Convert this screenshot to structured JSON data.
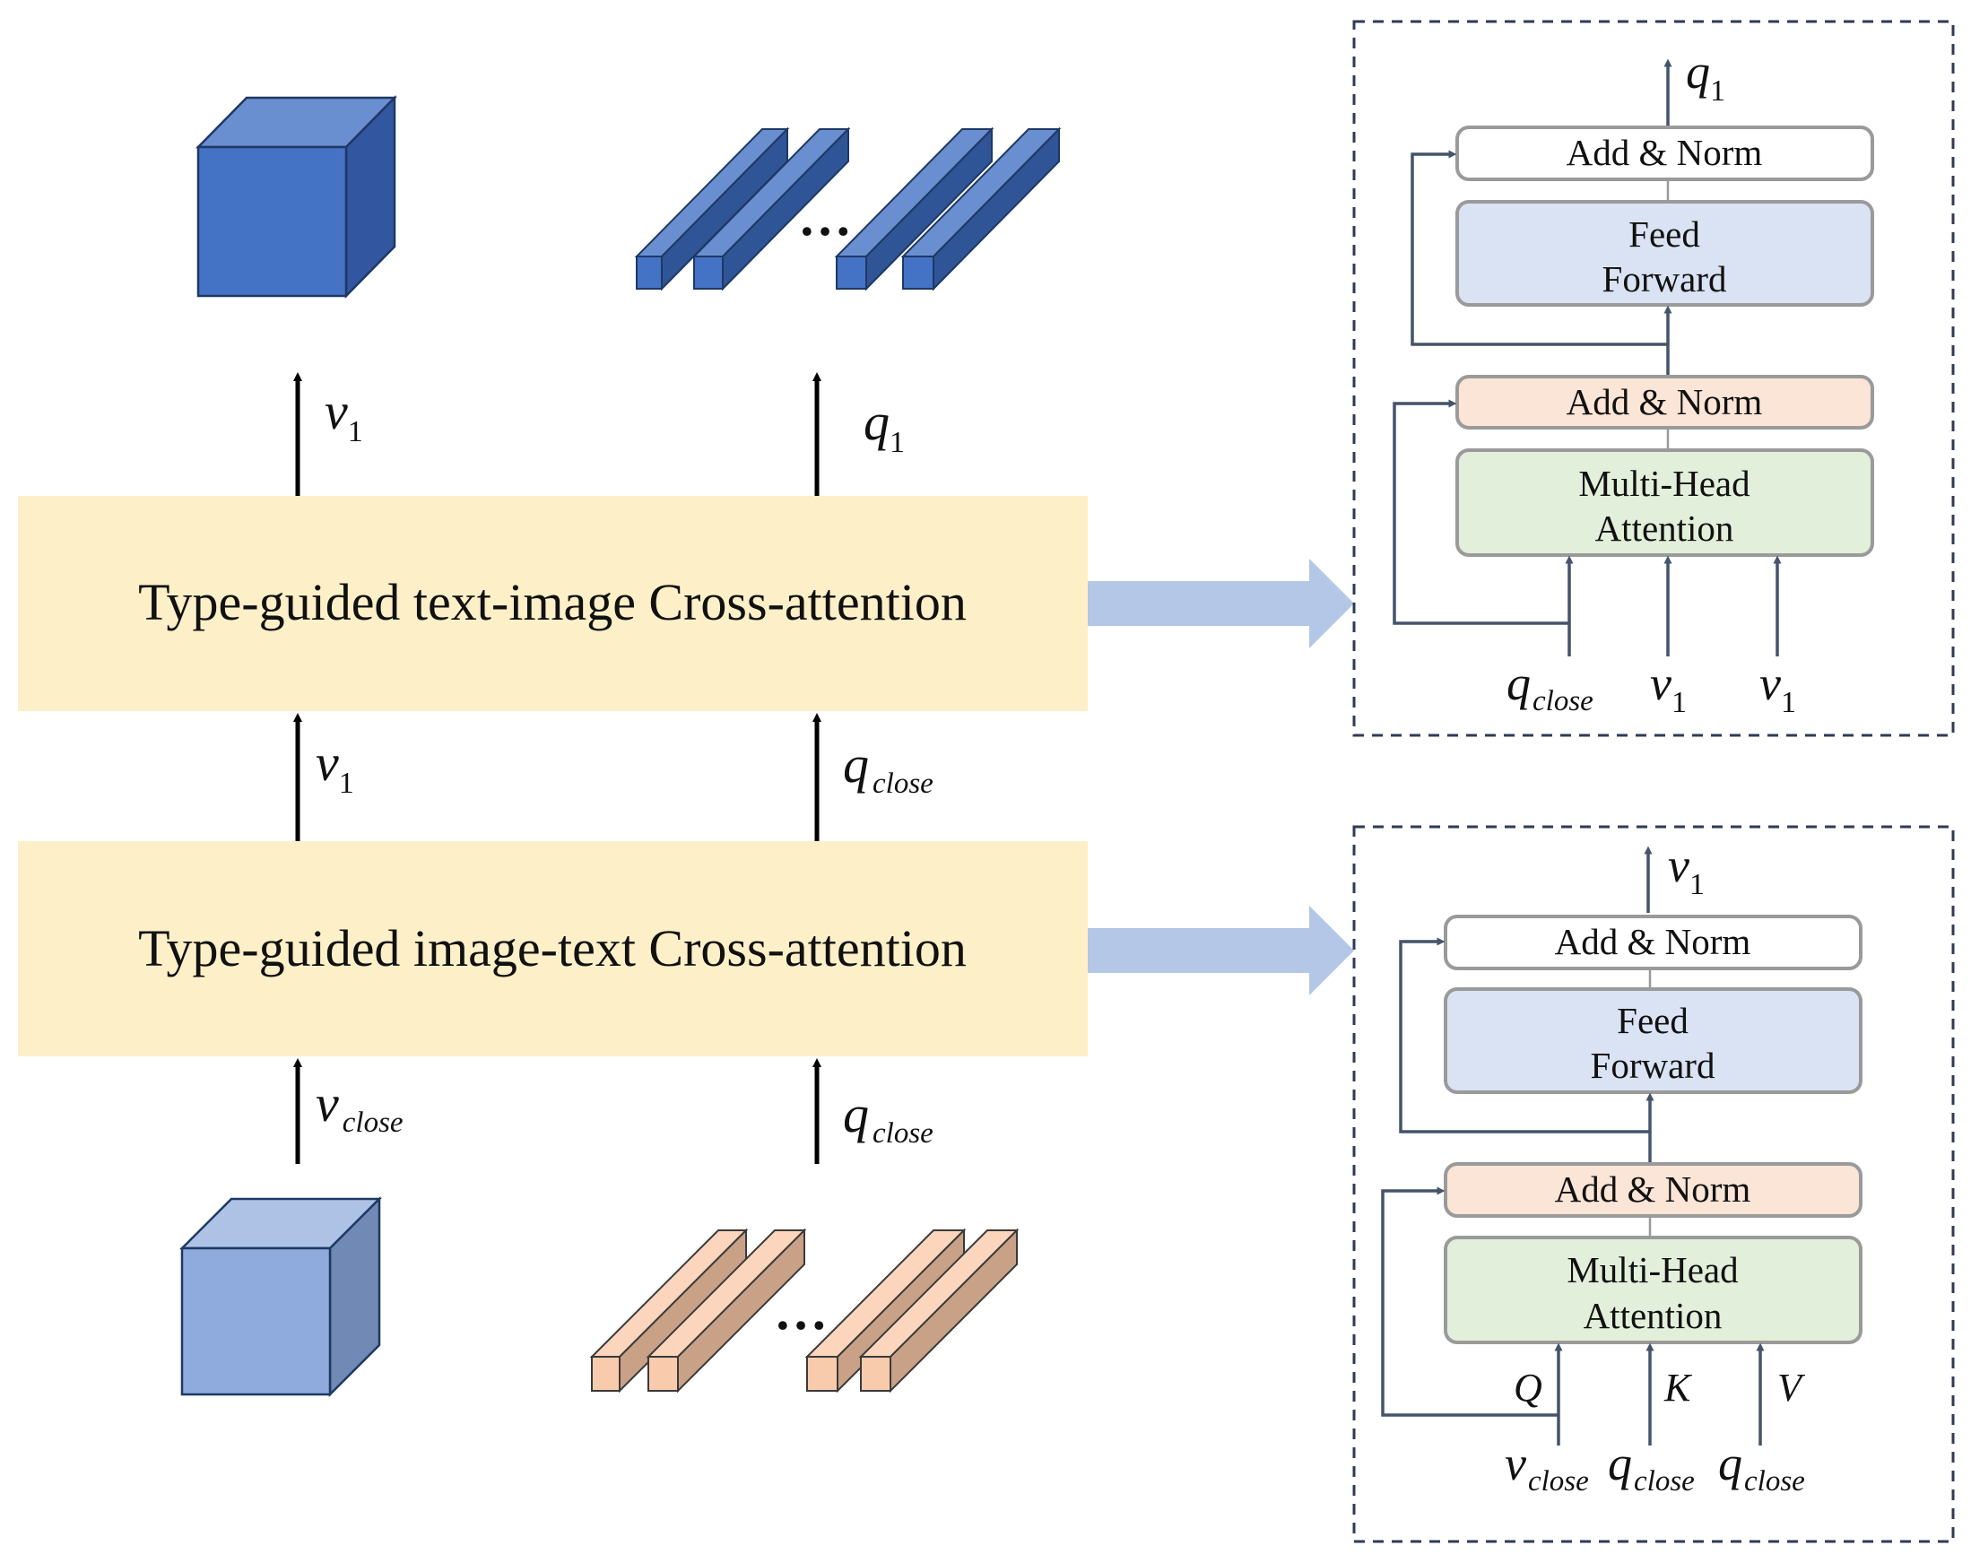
{
  "colors": {
    "cross_block": "#fdf0c8",
    "fat_arrow": "#b4c7e7",
    "cube_dark_front": "#4472c4",
    "cube_light_front": "#8faadc",
    "bar_blue": "#4472c4",
    "bar_peach": "#f8cbad",
    "feed_forward": "#dae3f3",
    "attention": "#e2efda",
    "add_norm_first": "#fbe5d6",
    "add_norm_last": "#ffffff",
    "panel_border": "#2f3b55",
    "thin_arrow": "#44546a"
  },
  "blocks": {
    "text_image": "Type-guided text-image Cross-attention",
    "image_text": "Type-guided image-text Cross-attention"
  },
  "symbols": {
    "ellipsis": "…",
    "v": "v",
    "q": "q",
    "sub_1": "1",
    "sub_close": "close"
  },
  "panel_top": {
    "output": {
      "base": "q",
      "sub": "1"
    },
    "layers": {
      "add_norm_2": "Add & Norm",
      "feed_forward": [
        "Feed",
        "Forward"
      ],
      "add_norm_1": "Add & Norm",
      "attention": [
        "Multi-Head",
        "Attention"
      ]
    },
    "inputs": [
      {
        "base": "q",
        "sub": "close"
      },
      {
        "base": "v",
        "sub": "1"
      },
      {
        "base": "v",
        "sub": "1"
      }
    ]
  },
  "panel_bottom": {
    "output": {
      "base": "v",
      "sub": "1"
    },
    "layers": {
      "add_norm_2": "Add & Norm",
      "feed_forward": [
        "Feed",
        "Forward"
      ],
      "add_norm_1": "Add & Norm",
      "attention": [
        "Multi-Head",
        "Attention"
      ]
    },
    "ports": [
      "Q",
      "K",
      "V"
    ],
    "inputs": [
      {
        "base": "v",
        "sub": "close"
      },
      {
        "base": "q",
        "sub": "close"
      },
      {
        "base": "q",
        "sub": "close"
      }
    ]
  }
}
